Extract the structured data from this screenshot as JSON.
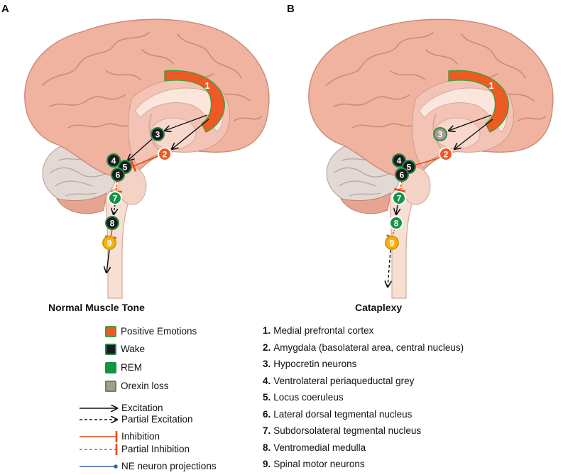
{
  "panels": [
    {
      "letter": "A",
      "title": "Normal Muscle Tone",
      "nodes": [
        {
          "num": "1",
          "type": "positive"
        },
        {
          "num": "2",
          "type": "positive"
        },
        {
          "num": "3",
          "type": "wake"
        },
        {
          "num": "4",
          "type": "wake"
        },
        {
          "num": "5",
          "type": "wake"
        },
        {
          "num": "6",
          "type": "wake"
        },
        {
          "num": "7",
          "type": "rem"
        },
        {
          "num": "8",
          "type": "wake"
        },
        {
          "num": "9",
          "type": "motor"
        }
      ]
    },
    {
      "letter": "B",
      "title": "Cataplexy",
      "nodes": [
        {
          "num": "1",
          "type": "positive"
        },
        {
          "num": "2",
          "type": "positive"
        },
        {
          "num": "3",
          "type": "orexin"
        },
        {
          "num": "4",
          "type": "wake"
        },
        {
          "num": "5",
          "type": "wake"
        },
        {
          "num": "6",
          "type": "wake"
        },
        {
          "num": "7",
          "type": "rem"
        },
        {
          "num": "8",
          "type": "rem"
        },
        {
          "num": "9",
          "type": "motor"
        }
      ]
    }
  ],
  "legend": {
    "colors": [
      {
        "label": "Positive Emotions",
        "fill": "#ee5a24",
        "border": "#4a9a3a"
      },
      {
        "label": "Wake",
        "fill": "#1b1b1b",
        "border": "#2a8a4a"
      },
      {
        "label": "REM",
        "fill": "#129447",
        "border": "#129447"
      },
      {
        "label": "Orexin loss",
        "fill": "#aa9a8c",
        "border": "#3f9a5a"
      }
    ],
    "arrows": [
      {
        "label": "Excitation",
        "style": "solid-arrow"
      },
      {
        "label": "Partial Excitation",
        "style": "dashed-arrow"
      },
      {
        "label": "Inhibition",
        "style": "solid-inhibit"
      },
      {
        "label": "Partial Inhibition",
        "style": "dashed-inhibit"
      },
      {
        "label": "NE neuron projections",
        "style": "ne-projection"
      }
    ]
  },
  "numbered_list": [
    {
      "num": "1.",
      "text": "Medial prefrontal cortex"
    },
    {
      "num": "2.",
      "text": "Amygdala (basolateral area, central nucleus)"
    },
    {
      "num": "3.",
      "text": "Hypocretin neurons"
    },
    {
      "num": "4.",
      "text": "Ventrolateral periaqueductal grey"
    },
    {
      "num": "5.",
      "text": "Locus coeruleus"
    },
    {
      "num": "6.",
      "text": "Lateral dorsal tegmental nucleus"
    },
    {
      "num": "7.",
      "text": "Subdorsolateral tegmental nucleus"
    },
    {
      "num": "8.",
      "text": "Ventromedial medulla"
    },
    {
      "num": "9.",
      "text": "Spinal motor neurons"
    }
  ],
  "colors": {
    "brain": "#f0b3a0",
    "brain_dark": "#d58f7c",
    "brain_light": "#f6cfc2",
    "stem": "#f6dfd3",
    "cerebellum": "#e3d9d4",
    "positive": "#ee5a24",
    "wake": "#1b1b1b",
    "rem": "#129447",
    "orexin": "#aa9a8c",
    "motor": "#f2b316",
    "inhibition": "#e84a1a",
    "ne": "#3a62b0"
  }
}
